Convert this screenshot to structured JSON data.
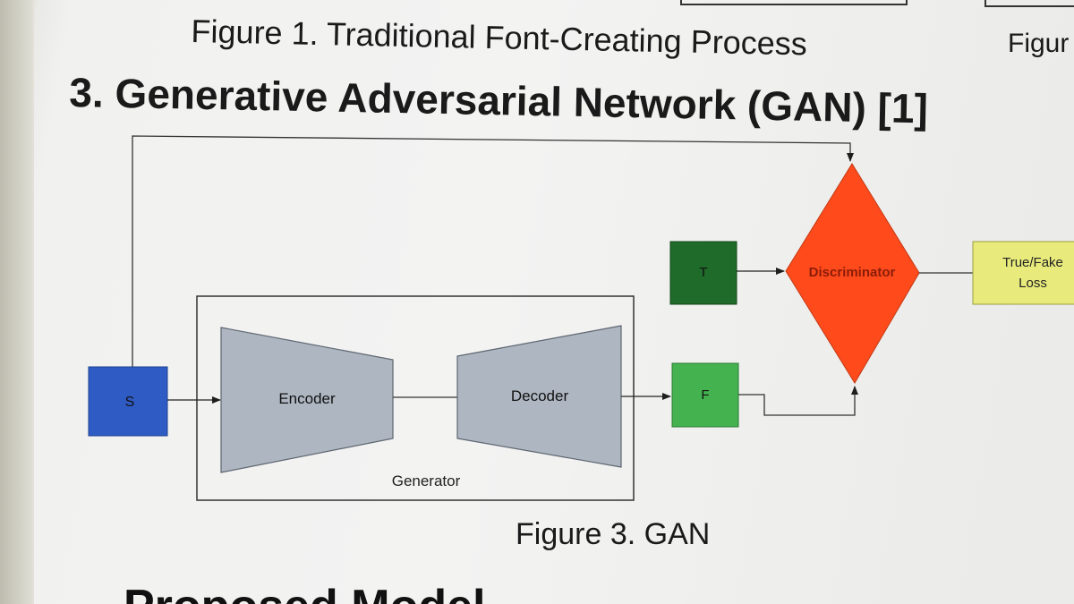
{
  "captions": {
    "figure1": "Figure 1. Traditional Font-Creating Process",
    "figure1_right": "Figur",
    "section_heading": "3. Generative Adversarial Network (GAN) [1]",
    "figure3": "Figure 3. GAN",
    "next_heading_partial": "Proposed Model"
  },
  "diagram": {
    "nodes": {
      "s": "S",
      "encoder": "Encoder",
      "decoder": "Decoder",
      "generator": "Generator",
      "t": "T",
      "f": "F",
      "discriminator": "Discriminator",
      "loss_line1": "True/Fake",
      "loss_line2": "Loss"
    },
    "colors": {
      "s": "#2f5cc4",
      "t": "#1f6b2a",
      "f": "#44b24f",
      "discriminator": "#ff4a1c",
      "loss": "#e8eb7c",
      "encoder_decoder": "#aeb6c1"
    }
  }
}
